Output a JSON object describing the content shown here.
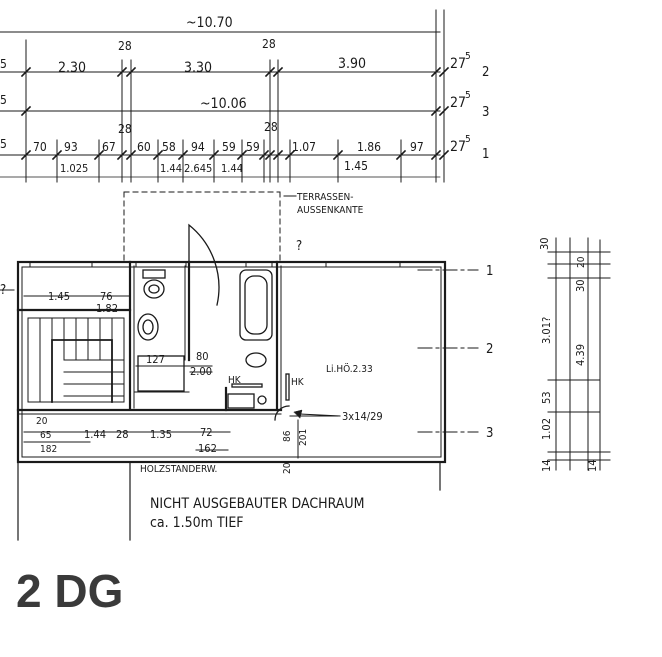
{
  "colors": {
    "ink": "#1a1a1a",
    "floor_label": "#3a3a3a",
    "paper": "#ffffff"
  },
  "floor_label": "2 DG",
  "top_dims": {
    "overall_1": "~10.70",
    "row2": [
      "5",
      "2.30",
      "28",
      "3.30",
      "28",
      "3.90",
      "27",
      "5"
    ],
    "row2_marker": "2",
    "overall_3": "~10.06",
    "row3_left": "5",
    "row3_right": "27",
    "row3_marker": "3",
    "row1_top": [
      "5",
      "70",
      "93",
      "67",
      "60",
      "58",
      "94",
      "59",
      "59",
      "1.07",
      "1.86",
      "97",
      "27",
      "5"
    ],
    "row1_sub": [
      "1.025",
      "1.44",
      "2.645",
      "1.44",
      "1.45"
    ],
    "row1_28": [
      "28",
      "28"
    ],
    "row1_marker": "1"
  },
  "notes": {
    "terrace_line1": "TERRASSEN-",
    "terrace_line2": "AUSSENKANTE",
    "question_mark": "?",
    "roof_space_line1": "NICHT AUSGEBAUTER DACHRAUM",
    "roof_space_line2": "ca. 1.50m TIEF",
    "wood_stand": "HOLZSTANDERW."
  },
  "rooms": {
    "living_height": "Li.HÖ.2.33",
    "stairs": "3x14/29",
    "hk_1": "HK",
    "hk_2": "HK"
  },
  "plan_dims": {
    "d_1_45": "1.45",
    "d_76": "76",
    "d_1_82_top": "1.82",
    "d_127": "127",
    "d_80": "80",
    "d_2_00": "2.00",
    "d_20": "20",
    "d_65": "65",
    "d_182": "182",
    "d_1_44": "1.44",
    "d_28": "28",
    "d_1_35": "1.35",
    "d_72": "72",
    "d_162": "162",
    "d_86": "86",
    "d_201": "201",
    "d_20b": "20",
    "sup_5": "5",
    "q": "?"
  },
  "axis_markers": [
    "1",
    "2",
    "3"
  ],
  "side_dims": [
    "30",
    "20",
    "30",
    "3.01?",
    "4.39",
    "53",
    "1.02",
    "14",
    "14"
  ]
}
